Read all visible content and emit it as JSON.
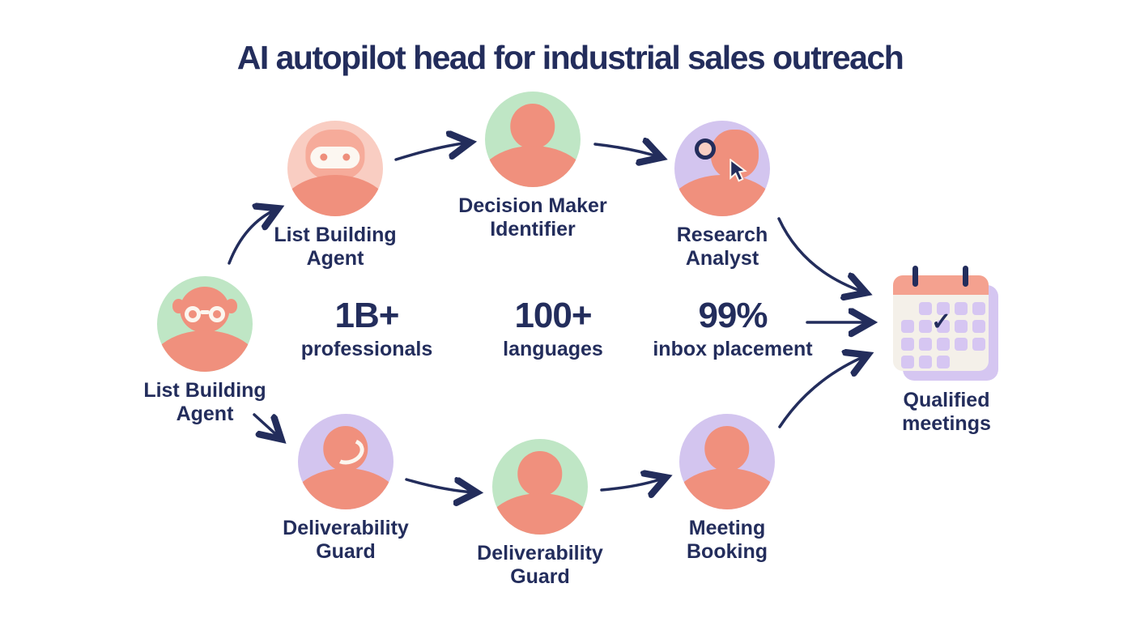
{
  "title": "AI autopilot head for industrial sales outreach",
  "colors": {
    "navy": "#232d5c",
    "salmon": "#f0907d",
    "pink": "#f9cdc2",
    "green": "#bfe6c5",
    "purple": "#d3c5ef",
    "calendar_body": "#f4f0e9",
    "calendar_header": "#f4a18f",
    "lavender": "#d6c6f2"
  },
  "nodes": [
    {
      "id": "list-building-agent-top",
      "label": "List Building\nAgent",
      "icon": "robot-avatar",
      "bg": "pink"
    },
    {
      "id": "decision-maker-identifier",
      "label": "Decision Maker\nIdentifier",
      "icon": "person-avatar",
      "bg": "green"
    },
    {
      "id": "research-analyst",
      "label": "Research\nAnalyst",
      "icon": "person-magnifier-cursor-avatar",
      "bg": "purple"
    },
    {
      "id": "list-building-agent-mid",
      "label": "List Building\nAgent",
      "icon": "person-glasses-avatar",
      "bg": "green"
    },
    {
      "id": "deliverability-guard-bottom-left",
      "label": "Deliverability\nGuard",
      "icon": "person-smile-avatar",
      "bg": "purple"
    },
    {
      "id": "deliverability-guard-bottom-mid",
      "label": "Deliverability\nGuard",
      "icon": "person-avatar",
      "bg": "green"
    },
    {
      "id": "meeting-booking",
      "label": "Meeting\nBooking",
      "icon": "person-avatar",
      "bg": "purple"
    }
  ],
  "stats": [
    {
      "value": "1B+",
      "label": "professionals"
    },
    {
      "value": "100+",
      "label": "languages"
    },
    {
      "value": "99%",
      "label": "inbox placement"
    }
  ],
  "outcome": {
    "label": "Qualified\nmeetings",
    "icon": "calendar-check-icon"
  },
  "calendar": {
    "grid": [
      [
        0,
        1,
        1,
        1,
        1
      ],
      [
        1,
        1,
        2,
        1,
        1
      ],
      [
        1,
        1,
        1,
        1,
        1
      ],
      [
        1,
        1,
        1,
        0,
        0
      ]
    ],
    "check": "✓"
  }
}
